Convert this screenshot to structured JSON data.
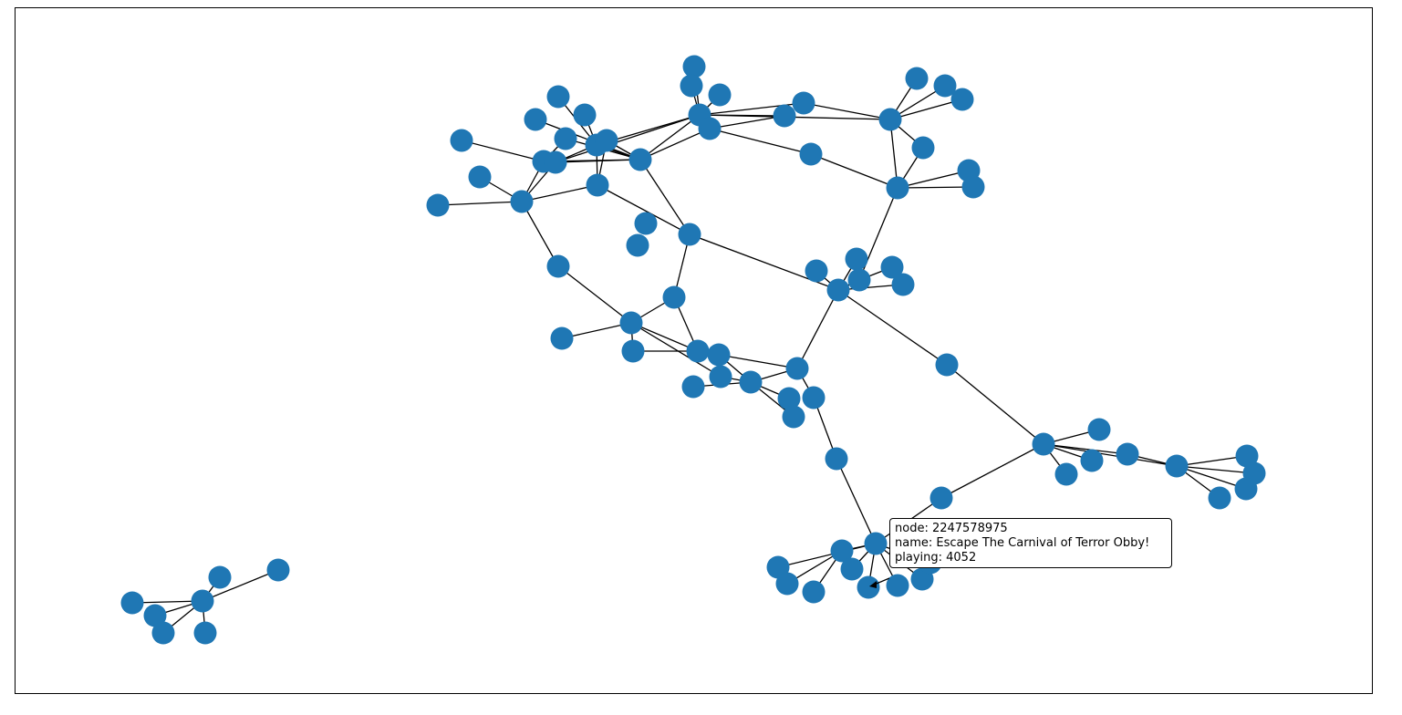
{
  "plot": {
    "frame_color": "#000000",
    "node_color": "#1f77b4",
    "edge_color": "#000000"
  },
  "tooltip": {
    "node_line": "node: 2247578975",
    "name_line": "name: Escape The Carnival of Terror Obby!",
    "playing_line": "playing: 4052"
  }
}
